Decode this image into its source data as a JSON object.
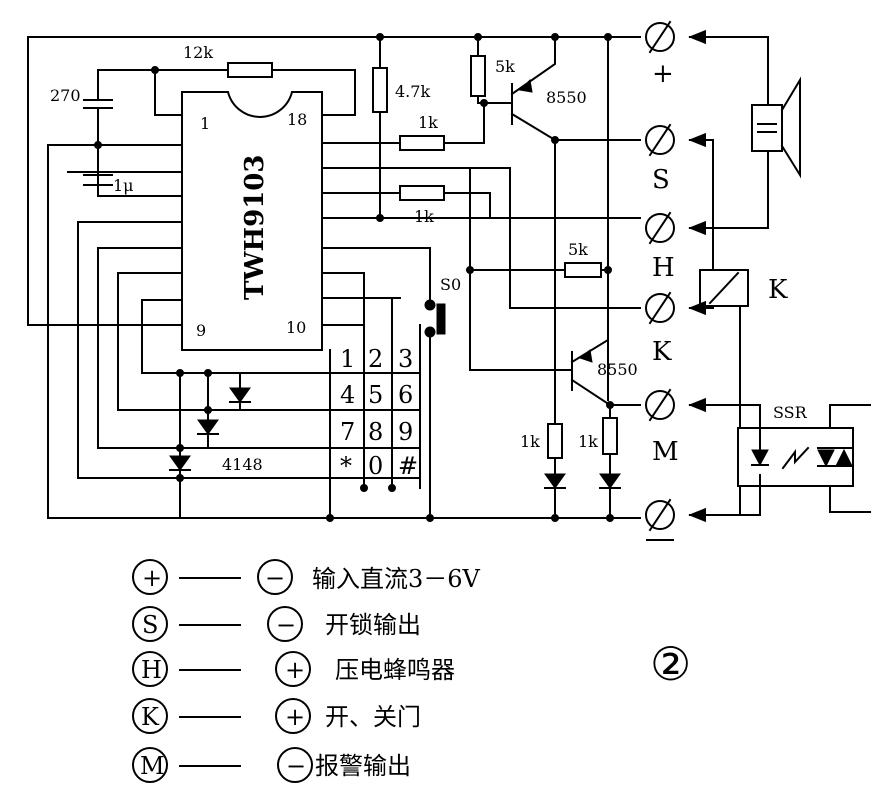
{
  "chip": {
    "name": "TWH9103",
    "pin1": "1",
    "pin18": "18",
    "pin9": "9",
    "pin10": "10"
  },
  "components": {
    "cap_270": "270",
    "cap_1u": "1μ",
    "res_12k": "12k",
    "res_47k": "4.7k",
    "res_5k_top": "5k",
    "res_1k_a": "1k",
    "res_1k_b": "1k",
    "res_5k_mid": "5k",
    "res_1k_c": "1k",
    "res_1k_d": "1k",
    "transistor_top": "8550",
    "transistor_bottom": "8550",
    "switch": "S0",
    "diode": "4148",
    "ssr": "SSR",
    "relay": "K"
  },
  "terminals": {
    "plus": "+",
    "S": "S",
    "H": "H",
    "K": "K",
    "M": "M"
  },
  "keypad": [
    "1",
    "2",
    "3",
    "4",
    "5",
    "6",
    "7",
    "8",
    "9",
    "*",
    "0",
    "#"
  ],
  "legend": [
    {
      "symbol": "+",
      "polarity": "−",
      "text": "输入直流3－6V"
    },
    {
      "symbol": "S",
      "polarity": "−",
      "text": "开锁输出"
    },
    {
      "symbol": "H",
      "polarity": "+",
      "text": "压电蜂鸣器"
    },
    {
      "symbol": "K",
      "polarity": "+",
      "text": "开、关门"
    },
    {
      "symbol": "M",
      "polarity": "−",
      "text": "报警输出"
    }
  ],
  "figure_number": "②"
}
